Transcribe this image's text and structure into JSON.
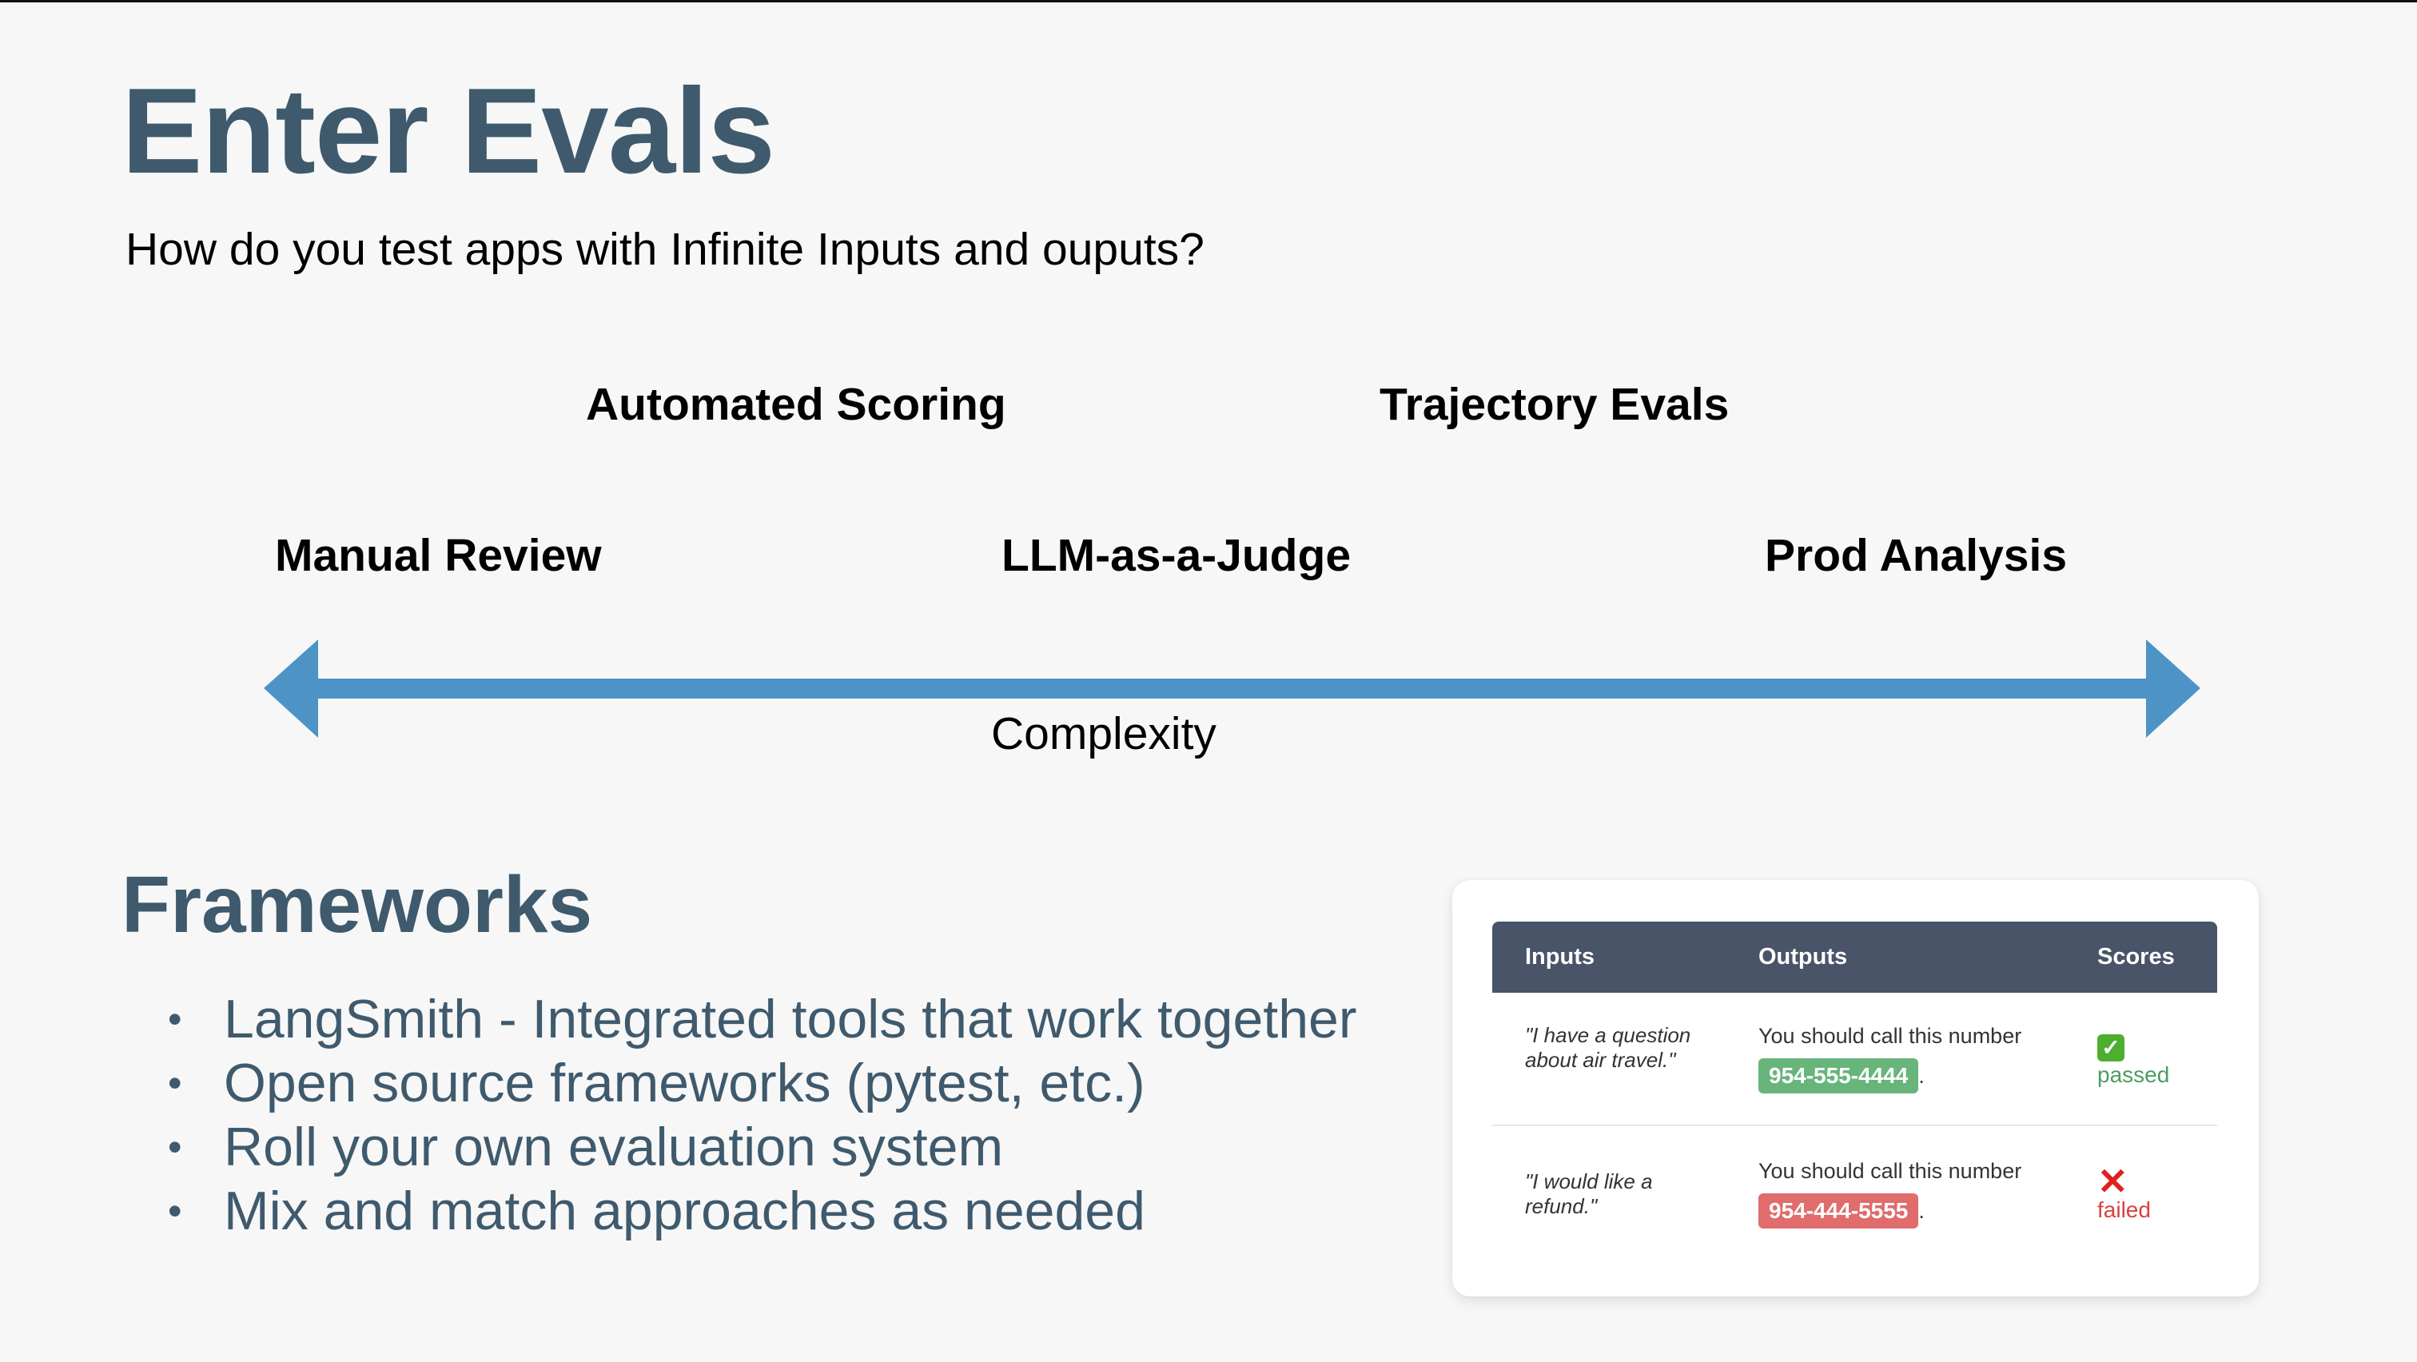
{
  "slide": {
    "title": "Enter Evals",
    "subtitle": "How do you test apps with Infinite Inputs and ouputs?"
  },
  "spectrum": {
    "labels_upper": [
      {
        "label": "Automated Scoring"
      },
      {
        "label": "Trajectory Evals"
      }
    ],
    "labels_lower": [
      {
        "label": "Manual Review"
      },
      {
        "label": "LLM-as-a-Judge"
      },
      {
        "label": "Prod Analysis"
      }
    ],
    "axis_label": "Complexity",
    "arrow_color": "#4e93c6"
  },
  "frameworks": {
    "heading": "Frameworks",
    "bullet_glyph": "•",
    "items": [
      "LangSmith - Integrated tools that work together",
      "Open source frameworks (pytest, etc.)",
      "Roll your own evaluation system",
      "Mix and match approaches as needed"
    ]
  },
  "eval_table": {
    "headers": [
      "Inputs",
      "Outputs",
      "Scores"
    ],
    "rows": [
      {
        "input": "\"I have a question about air travel.\"",
        "output_text": "You should call this number",
        "phone": "954-555-4444",
        "period": ".",
        "score_icon": "✓",
        "score_icon_name": "check-icon",
        "score": "passed",
        "status_color": "#68b57c"
      },
      {
        "input": "\"I would like a refund.\"",
        "output_text": "You should call this number",
        "phone": "954-444-5555",
        "period": ".",
        "score_icon": "✕",
        "score_icon_name": "x-icon",
        "score": "failed",
        "status_color": "#e06c6c"
      }
    ]
  }
}
